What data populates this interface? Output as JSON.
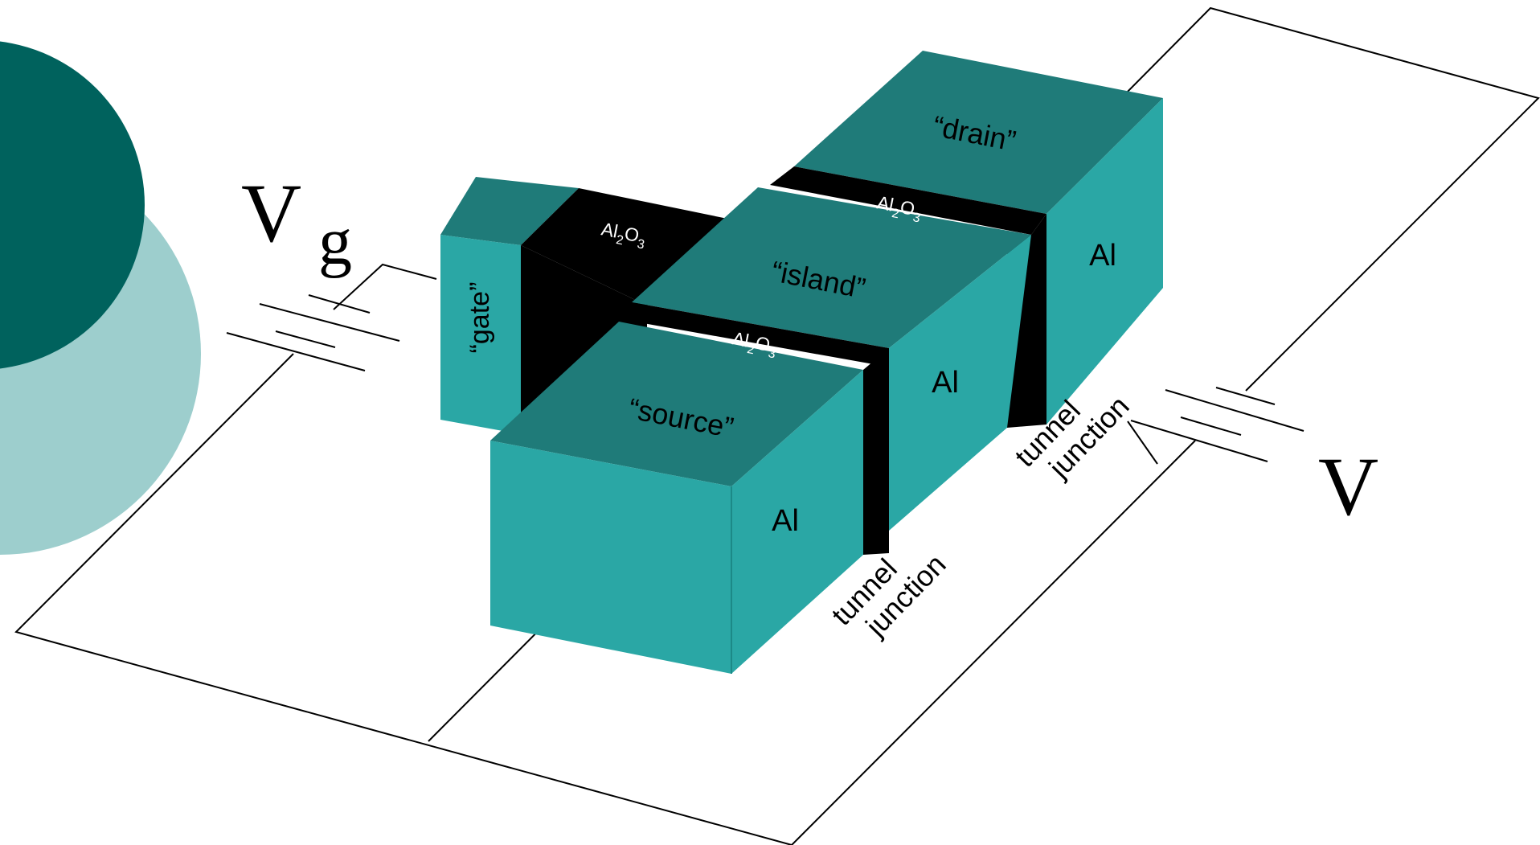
{
  "colors": {
    "circle_dark": "#00625d",
    "circle_light": "#9dcecd",
    "block_top": "#1f7b79",
    "block_side": "#2aa7a5",
    "oxide": "#000000",
    "wire": "#000000"
  },
  "labels": {
    "gate_voltage_main": "V",
    "gate_voltage_sub": "g",
    "bias_voltage": "V",
    "drain": "“drain”",
    "island": "“island”",
    "source": "“source”",
    "gate": "“gate”",
    "al_source": "Al",
    "al_island": "Al",
    "al_drain": "Al",
    "oxide_main": "Al",
    "oxide_sub1": "2",
    "oxide_mid": "O",
    "oxide_sub2": "3",
    "tunnel_line1": "tunnel",
    "tunnel_line2": "junction"
  }
}
